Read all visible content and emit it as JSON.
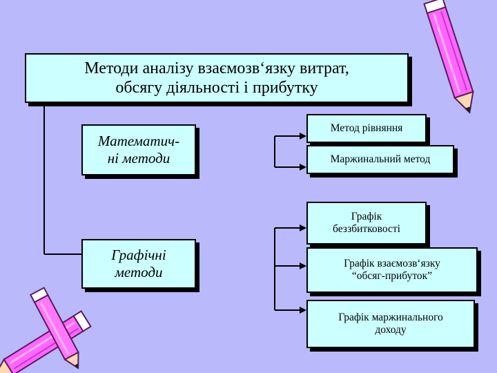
{
  "title": "Методи аналізу взаємозв‘язку витрат,\nобсягу діяльності і прибутку",
  "categories": [
    {
      "label": "Математич-\nні методи",
      "methods": [
        "Метод рівняння",
        "Маржинальний метод"
      ]
    },
    {
      "label": "Графічні\nметоди",
      "methods": [
        "Графік\nбеззбитковості",
        "Графік взаємозв‘язку\n“обсяг-прибуток”",
        "Графік маржинального\nдоходу"
      ]
    }
  ],
  "colors": {
    "background": "#b9b9fb",
    "box_fill": "#ccffff",
    "pencil": "#ff66ff"
  },
  "decorations": [
    "pencil-icon",
    "pencil-icon",
    "pencil-icon"
  ]
}
